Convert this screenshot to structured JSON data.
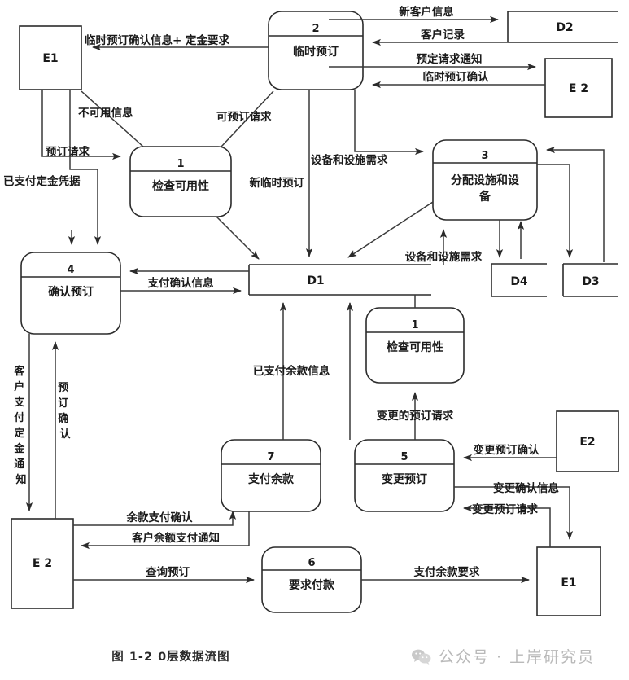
{
  "figure": {
    "caption": "图 1-2   0层数据流图",
    "watermark": "公众号 · 上岸研究员",
    "watermark_icon": "wechat-icon"
  },
  "processes": [
    {
      "id": "p1a",
      "number": "1",
      "name": "检查可用性"
    },
    {
      "id": "p2",
      "number": "2",
      "name": "临时预订"
    },
    {
      "id": "p3",
      "number": "3",
      "name": "分配设施和设\n备",
      "name_line1": "分配设施和设",
      "name_line2": "备"
    },
    {
      "id": "p4",
      "number": "4",
      "name": "确认预订"
    },
    {
      "id": "p1b",
      "number": "1",
      "name": "检查可用性"
    },
    {
      "id": "p5",
      "number": "5",
      "name": "变更预订"
    },
    {
      "id": "p6",
      "number": "6",
      "name": "要求付款"
    },
    {
      "id": "p7",
      "number": "7",
      "name": "支付余款"
    }
  ],
  "entities": [
    {
      "id": "e1-top",
      "label": "E1"
    },
    {
      "id": "e2-top",
      "label": "E 2"
    },
    {
      "id": "e2-bottom",
      "label": "E 2"
    },
    {
      "id": "e2-right",
      "label": "E2"
    },
    {
      "id": "e1-bottom",
      "label": "E1"
    }
  ],
  "datastores": [
    {
      "id": "d1",
      "label": "D1"
    },
    {
      "id": "d2",
      "label": "D2"
    },
    {
      "id": "d3",
      "label": "D3"
    },
    {
      "id": "d4",
      "label": "D4"
    }
  ],
  "flows": [
    {
      "id": "f01",
      "label": "临时预订确认信息+ 定金要求"
    },
    {
      "id": "f02",
      "label": "新客户信息"
    },
    {
      "id": "f03",
      "label": "客户记录"
    },
    {
      "id": "f04",
      "label": "预定请求通知"
    },
    {
      "id": "f05",
      "label": "临时预订确认"
    },
    {
      "id": "f06",
      "label": "不可用信息"
    },
    {
      "id": "f07",
      "label": "可预订请求"
    },
    {
      "id": "f08",
      "label": "预订请求"
    },
    {
      "id": "f09",
      "label": "已支付定金凭据"
    },
    {
      "id": "f10",
      "label": "设备和设施需求"
    },
    {
      "id": "f11",
      "label": "新临时预订"
    },
    {
      "id": "f12",
      "label": "设备和设施需求"
    },
    {
      "id": "f13",
      "label": "支付确认信息"
    },
    {
      "id": "f14",
      "label": "已支付余款信息"
    },
    {
      "id": "f15",
      "label": "变更的预订请求"
    },
    {
      "id": "f16",
      "label": "变更预订确认"
    },
    {
      "id": "f17",
      "label": "变更确认信息"
    },
    {
      "id": "f18",
      "label": "变更预订请求"
    },
    {
      "id": "f19",
      "label": "余款支付确认"
    },
    {
      "id": "f20",
      "label": "客户余额支付通知"
    },
    {
      "id": "f21",
      "label": "查询预订"
    },
    {
      "id": "f22",
      "label": "支付余款要求"
    }
  ],
  "vertical_flows": [
    {
      "id": "v1",
      "label": "客户支付定金通知",
      "chars": [
        "客",
        "户",
        "支",
        "付",
        "定",
        "金",
        "通",
        "知"
      ]
    },
    {
      "id": "v2",
      "label": "预订确认",
      "chars": [
        "预",
        "订",
        "确",
        "认"
      ]
    }
  ],
  "colors": {
    "stroke": "#2b2b2b",
    "flow": "#3a3a3a",
    "background": "#ffffff",
    "watermark": "#b9b9b9"
  }
}
